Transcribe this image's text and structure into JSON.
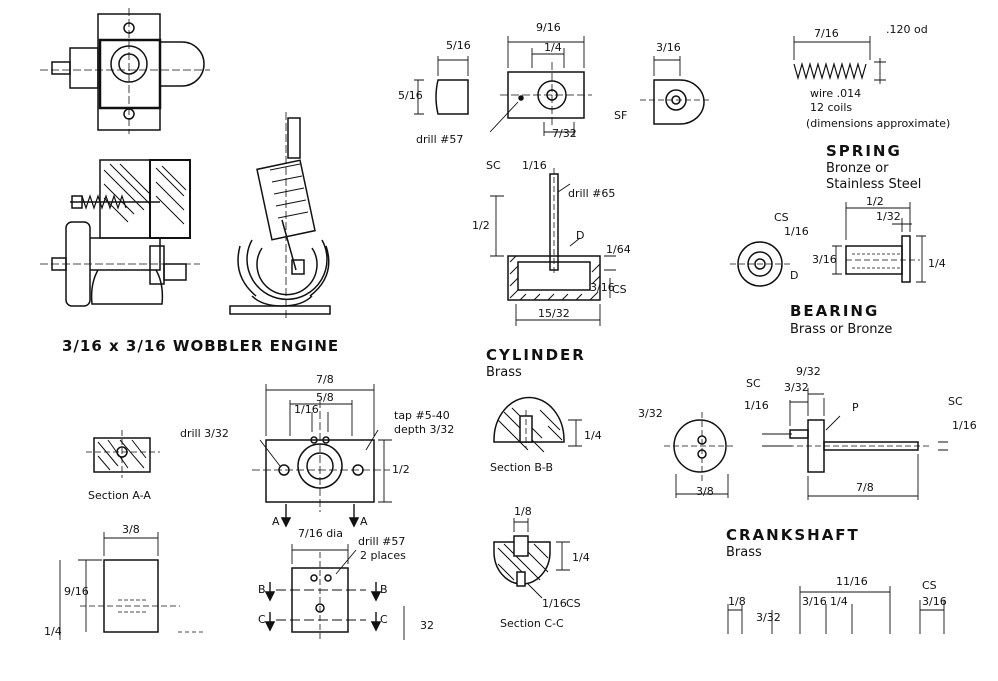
{
  "title": "3/16 x 3/16 WOBBLER ENGINE",
  "spring": {
    "heading": "SPRING",
    "material": "Bronze or",
    "material2": "Stainless Steel",
    "len": "7/16",
    "od": ".120 od",
    "wire": "wire .014",
    "coils": "12 coils",
    "note": "(dimensions approximate)"
  },
  "bearing": {
    "heading": "BEARING",
    "material": "Brass or Bronze",
    "d1": "1/2",
    "d2": "1/32",
    "d3": "1/16",
    "d4": "3/16",
    "d5": "1/4",
    "tag1": "CS",
    "tag2": "D"
  },
  "cylinder": {
    "heading": "CYLINDER",
    "material": "Brass",
    "top": {
      "d1": "9/16",
      "d2": "1/4",
      "d3": "5/16",
      "d4": "5/16",
      "d5": "7/32",
      "d6": "3/16",
      "drill": "drill #57",
      "tag": "SF"
    },
    "side": {
      "d1": "1/16",
      "drill": "drill #65",
      "d2": "1/2",
      "d3": "1/64",
      "d4": "3/16",
      "d5": "15/32",
      "tag1": "SC",
      "tag2": "D",
      "tag3": "CS"
    }
  },
  "port_face": {
    "w1": "7/8",
    "w2": "5/8",
    "w3": "1/16",
    "h": "1/2",
    "drill": "drill 3/32",
    "tap": "tap #5-40",
    "depth": "depth 3/32",
    "secA": "A"
  },
  "sections": {
    "aa": "Section A-A",
    "bb": "Section B-B",
    "cc": "Section C-C",
    "bb_dim": "1/4",
    "cc_dim1": "1/8",
    "cc_dim2": "1/4",
    "cc_dim3": "1/16",
    "cc_tag": "CS"
  },
  "crankshaft": {
    "heading": "CRANKSHAFT",
    "material": "Brass",
    "d1": "9/32",
    "d2": "3/32",
    "d3": "1/16",
    "d4": "3/32",
    "d5": "3/8",
    "d6": "7/8",
    "d7": "1/16",
    "tag1": "SC",
    "tag2": "P",
    "tag3": "SC"
  },
  "lower": {
    "standard_d1": "3/8",
    "standard_d2": "9/16",
    "standard_d3": "1/4",
    "piston_d1": "7/16 dia",
    "drill": "drill #57",
    "places": "2 places",
    "secB": "B",
    "secC": "C",
    "d32": "32",
    "bottom": [
      "1/8",
      "3/32",
      "11/16",
      "3/16",
      "1/4",
      "3/16"
    ],
    "tag": "CS"
  }
}
